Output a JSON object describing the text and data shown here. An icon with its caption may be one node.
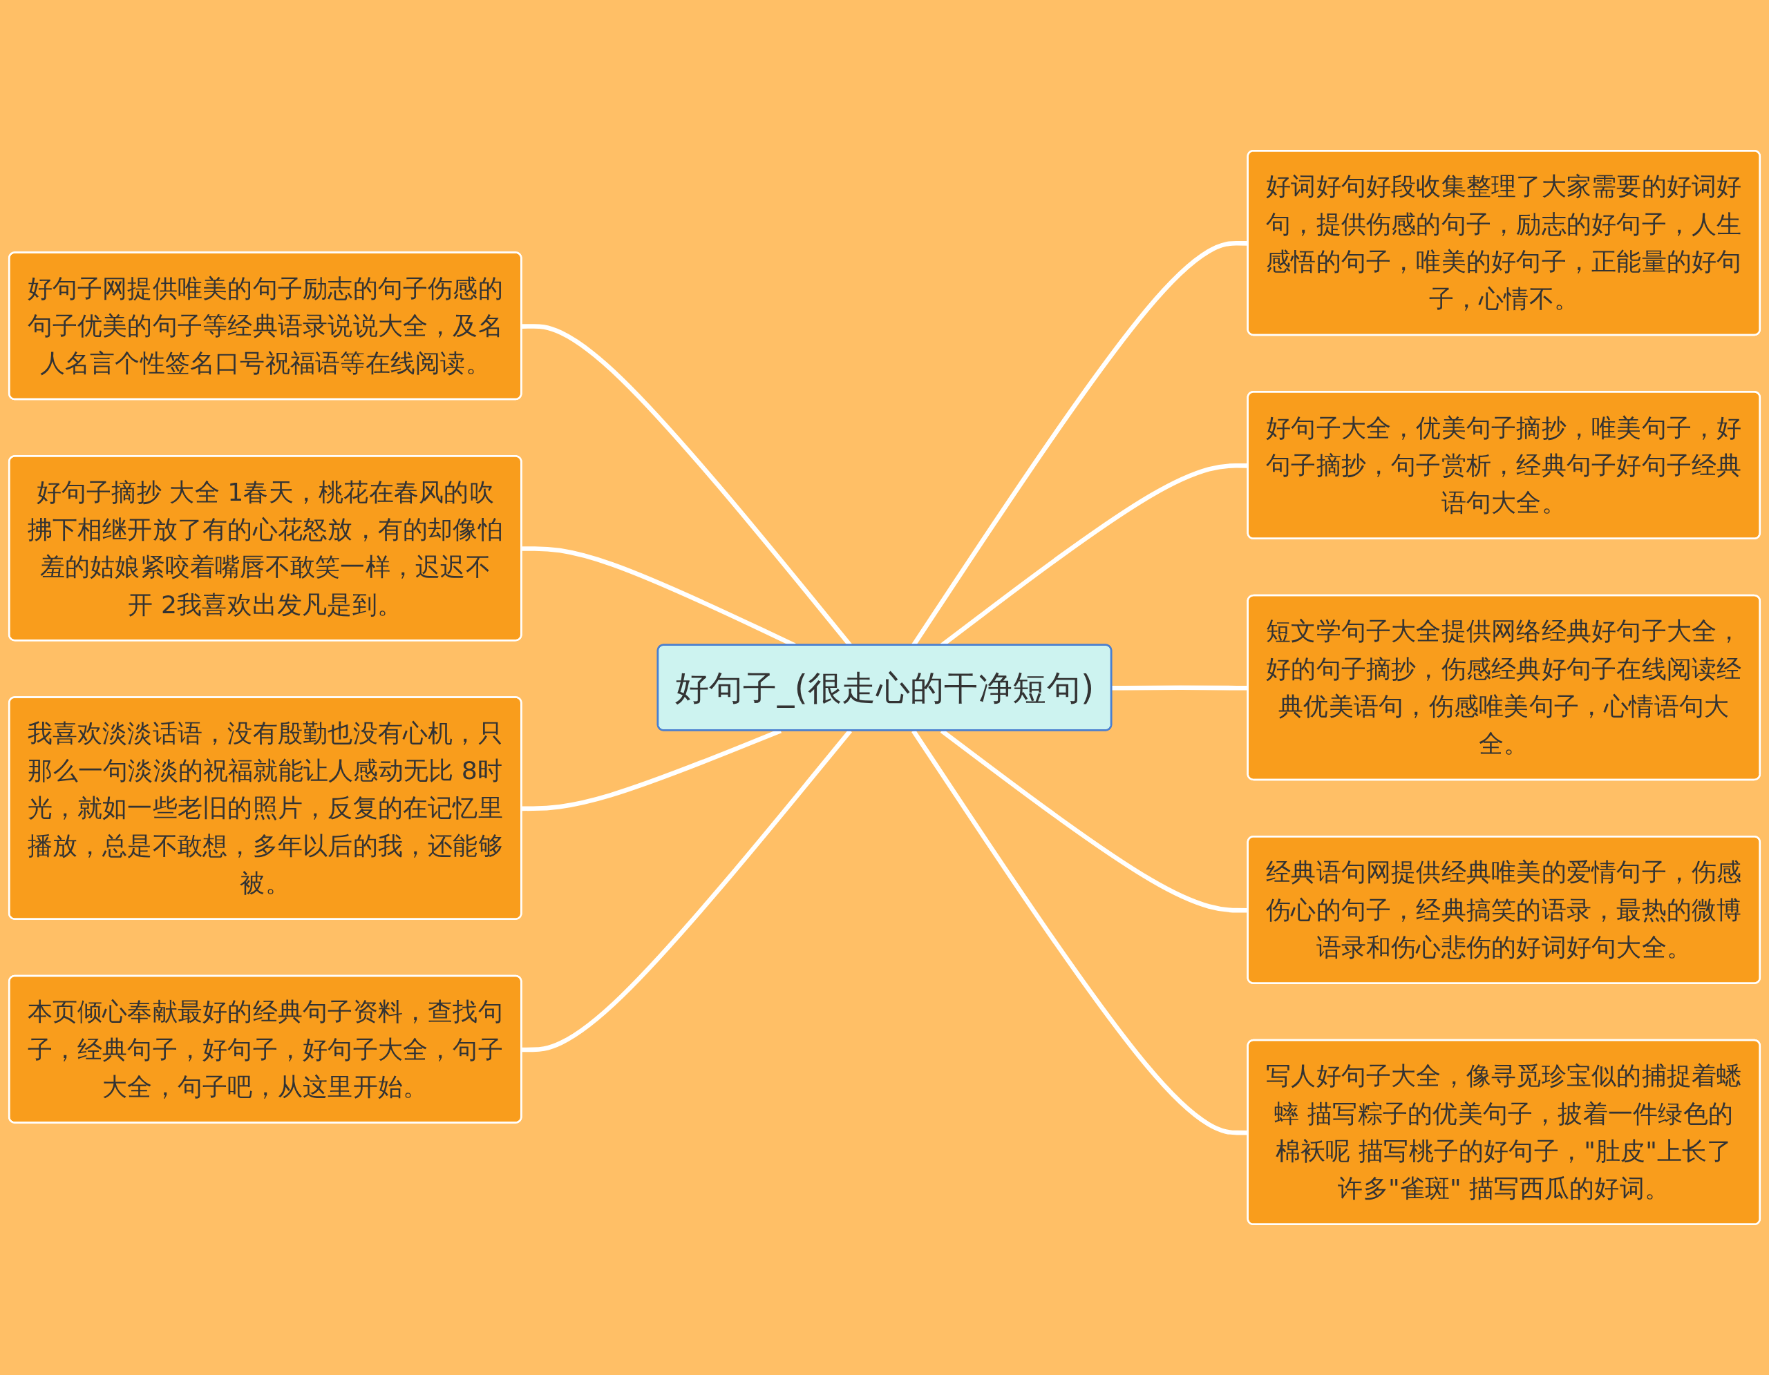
{
  "diagram": {
    "nodes": [
      {
        "text": [
          "好句子_(很走心的干净短句)"
        ]
      },
      {
        "text": [
          "好句子网提供唯美的句子励志的句子伤感的句子优美的句子等经典语录说说大全，及名人名言个性签名口号祝福语等在线阅读。"
        ]
      },
      {
        "text": [
          "好句子摘抄 大全 1春天，桃花在春风的吹拂下相继开放了有的心花怒放，有的却像怕羞的姑娘紧咬着嘴唇不敢笑一样，迟迟不开 2我喜欢出发凡是到。"
        ]
      },
      {
        "text": [
          "我喜欢淡淡话语，没有殷勤也没有心机，只那么一句淡淡的祝福就能让人感动无比 8时光，就如一些老旧的照片，反复的在记忆里播放，总是不敢想，多年以后的我，还能够被。"
        ]
      },
      {
        "text": [
          "本页倾心奉献最好的经典句子资料，查找句子，经典句子，好句子，好句子大全，句子大全，句子吧，从这里开始。"
        ]
      },
      {
        "text": [
          "好词好句好段收集整理了大家需要的好词好句，提供伤感的句子，励志的好句子，人生感悟的句子，唯美的好句子，正能量的好句子，心情不。"
        ]
      },
      {
        "text": [
          "好句子大全，优美句子摘抄，唯美句子，好句子摘抄，句子赏析，经典句子好句子经典语句大全。"
        ]
      },
      {
        "text": [
          "短文学句子大全提供网络经典好句子大全，好的句子摘抄，伤感经典好句子在线阅读经典优美语句，伤感唯美句子，心情语句大全。"
        ]
      },
      {
        "text": [
          "经典语句网提供经典唯美的爱情句子，伤感伤心的句子，经典搞笑的语录，最热的微博语录和伤心悲伤的好词好句大全。"
        ]
      },
      {
        "text": [
          "写人好句子大全，像寻觅珍宝似的捕捉着蟋蟀 描写粽子的优美句子，披着一件绿色的棉袄呢 描写桃子的好句子，\"肚皮\"上长了许多\"雀斑\" 描写西瓜的好词。"
        ]
      }
    ],
    "edges": [
      {
        "from": 1,
        "to": 0,
        "arrow": "none"
      },
      {
        "from": 2,
        "to": 0,
        "arrow": "none"
      },
      {
        "from": 3,
        "to": 0,
        "arrow": "none"
      },
      {
        "from": 4,
        "to": 0,
        "arrow": "none"
      },
      {
        "from": 0,
        "to": 5,
        "arrow": "none"
      },
      {
        "from": 0,
        "to": 6,
        "arrow": "none"
      },
      {
        "from": 0,
        "to": 7,
        "arrow": "none"
      },
      {
        "from": 0,
        "to": 8,
        "arrow": "none"
      },
      {
        "from": 0,
        "to": 9,
        "arrow": "none"
      }
    ]
  }
}
